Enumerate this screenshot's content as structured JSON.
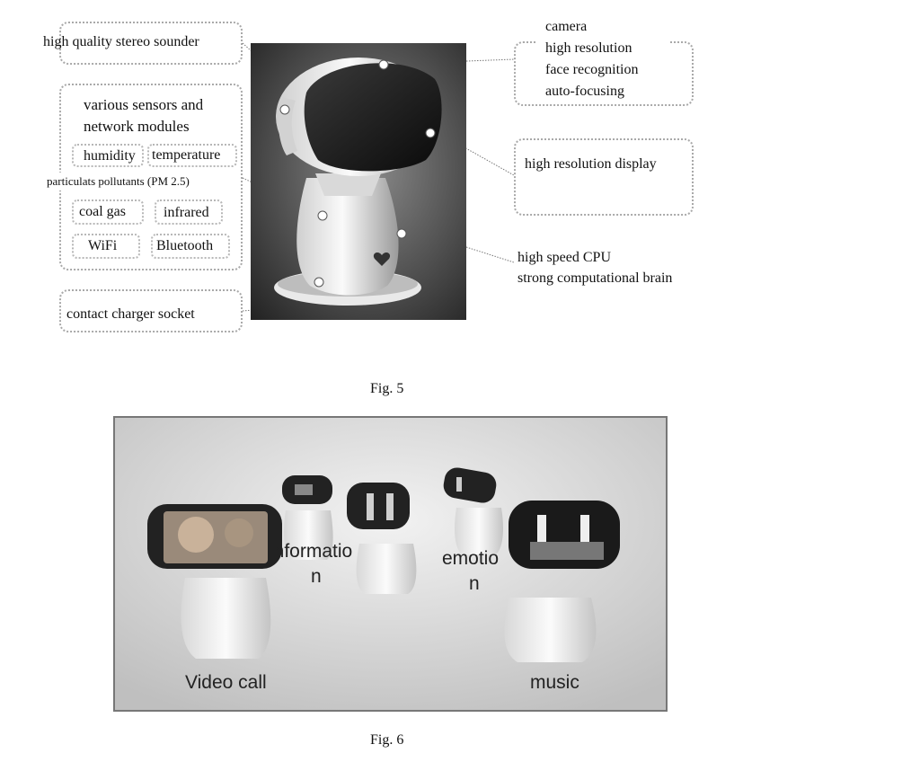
{
  "fig5": {
    "caption": "Fig. 5",
    "labels": {
      "stereo": "high quality stereo sounder",
      "sensors_line1": "various sensors and",
      "sensors_line2": "network modules",
      "humidity": "humidity",
      "temperature": "temperature",
      "pm25": "particulats pollutants (PM 2.5)",
      "coal_gas": "coal gas",
      "infrared": "infrared",
      "wifi": "WiFi",
      "bluetooth": "Bluetooth",
      "charger": "contact charger socket",
      "camera_line1": "camera",
      "camera_line2": "high resolution",
      "camera_line3": "face recognition",
      "camera_line4": "auto-focusing",
      "display": "high resolution display",
      "cpu_line1": "high speed CPU",
      "cpu_line2": "strong computational brain"
    }
  },
  "fig6": {
    "caption": "Fig. 6",
    "labels": {
      "video_call": "Video call",
      "information_line1": "informatio",
      "information_line2": "n",
      "emotion_line1": "emotio",
      "emotion_line2": "n",
      "music": "music"
    }
  }
}
